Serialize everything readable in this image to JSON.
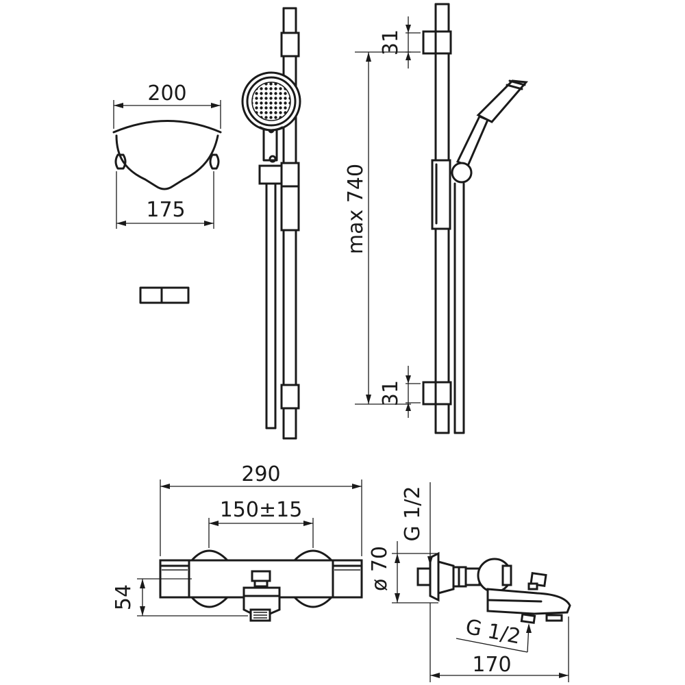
{
  "dimensions": {
    "holder_top_width": "200",
    "holder_bottom_width": "175",
    "rail_max_length": "max 740",
    "bracket_top_height": "31",
    "bracket_bottom_height": "31",
    "mixer_total_width": "290",
    "mixer_center_distance": "150±15",
    "mixer_height": "54",
    "connection_top_thread": "G 1/2",
    "connection_diameter": "ø 70",
    "outlet_thread": "G 1/2",
    "mixer_depth": "170"
  },
  "colors": {
    "line": "#1a1a1a",
    "background": "#ffffff"
  }
}
